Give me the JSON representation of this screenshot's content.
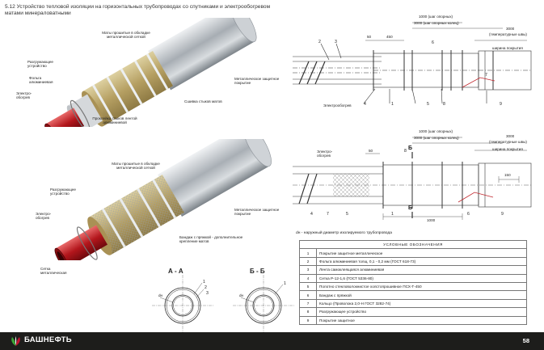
{
  "title": "5.12 Устройство тепловой изоляции на горизонтальных трубопроводах со спутниками и электрообогревом матами минераловатными",
  "top_illustration": {
    "callouts": {
      "mats": "Маты прошитые в обкладке металлической сеткой",
      "unloading": "Разгружающее устройство",
      "foil": "Фольга алюминиевая",
      "heater": "Электро-обогрев",
      "cover": "Металлическое защитное покрытие",
      "seam": "Сшивка стыков матов",
      "tape": "Проклейка стыков лентой алюминиевой"
    }
  },
  "bottom_illustration": {
    "callouts": {
      "mats": "Маты прошитые в обкладке металлической сеткой",
      "unloading": "Разгружающее устройство",
      "heater": "Электро-обогрев",
      "cover": "Металлическое защитное покрытие",
      "bandage": "Бандаж с пряжкой - дополнительное крепление матов",
      "mesh": "Сетка металлическая"
    }
  },
  "top_drawing": {
    "dim_1000": "1000 (шаг опорных)",
    "dim_3000": "3000 (шаг опорных колец)",
    "dim_50": "50",
    "dim_450": "450",
    "dim_right_3000": "3000",
    "dim_right_sub": "(температурные швы)",
    "width_label": "ширина покрытия",
    "heater_label": "Электрообогрев",
    "nums": [
      "2",
      "3",
      "4",
      "5",
      "6",
      "1",
      "7",
      "8",
      "9"
    ]
  },
  "bottom_drawing": {
    "dim_1000": "1000 (шаг опорных)",
    "dim_3000": "3000 (шаг опорных колец)",
    "dim_right_3000": "3000",
    "dim_right_sub": "(температурные швы)",
    "width_label": "ширина покрытия",
    "dim_50": "50",
    "dim_150": "150",
    "dim_bottom_1000": "1000",
    "heater_label": "Электро-обогрев",
    "section_mark": "Б",
    "nums": [
      "8",
      "4",
      "7",
      "5",
      "1",
      "6",
      "9"
    ]
  },
  "sections": {
    "a_title": "А - А",
    "b_title": "Б - Б",
    "dn": "dн",
    "nums": [
      "1",
      "2",
      "3"
    ]
  },
  "footnote": "dн - наружный диаметр изолируемого трубопровода",
  "legend": {
    "header": "УСЛОВНЫЕ ОБОЗНАЧЕНИЯ",
    "rows": [
      {
        "n": "1",
        "text": "Покрытие защитное металлическое"
      },
      {
        "n": "2",
        "text": "Фольга алюминиевая толщ. 0,1 - 0,2 мм (ГОСТ 618-73)"
      },
      {
        "n": "3",
        "text": "Лента самоклеящаяся алюминиевая"
      },
      {
        "n": "4",
        "text": "Сетка Р-12-1,6 (ГОСТ 5336-80)"
      },
      {
        "n": "5",
        "text": "Полотно стекловолокнистое холстопрошивное ПСХ-Т-450"
      },
      {
        "n": "6",
        "text": "Бандаж с пряжкой"
      },
      {
        "n": "7",
        "text": "Кольцо (Проволока 2,0-Н ГОСТ 3282-74)"
      },
      {
        "n": "8",
        "text": "Разгружающее устройство"
      },
      {
        "n": "9",
        "text": "Покрытие защитное"
      }
    ]
  },
  "footer": {
    "brand": "БАШНЕФТЬ",
    "page": "58"
  },
  "colors": {
    "footer_bg": "#1d1d1b",
    "mineral_wool": "#c7b27a",
    "steel": "#b9bec4",
    "heater": "#c0272d",
    "logo_green": "#3aa535",
    "logo_red": "#c41230"
  }
}
